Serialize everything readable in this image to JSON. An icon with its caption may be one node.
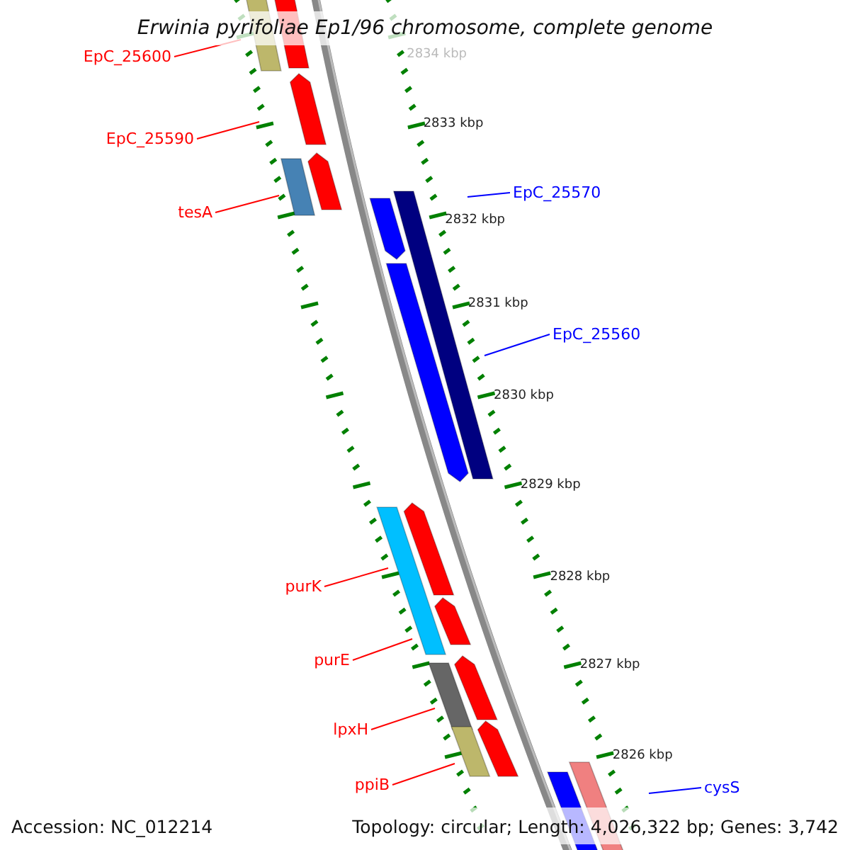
{
  "diagram": {
    "title": "Erwinia pyrifoliae Ep1/96 chromosome, complete genome",
    "nodes": [
      {
        "text": [
          "EpC_25600"
        ]
      },
      {
        "text": [
          "EpC_25590"
        ]
      },
      {
        "text": [
          "tesA"
        ]
      },
      {
        "text": [
          "EpC_25570"
        ]
      },
      {
        "text": [
          "EpC_25560"
        ]
      },
      {
        "text": [
          "purK"
        ]
      },
      {
        "text": [
          "purE"
        ]
      },
      {
        "text": [
          "lpxH"
        ]
      },
      {
        "text": [
          "ppiB"
        ]
      },
      {
        "text": [
          "cysS"
        ]
      }
    ],
    "edges": [
      {
        "from": 0,
        "to": null,
        "arrow": "none"
      },
      {
        "from": 1,
        "to": null,
        "arrow": "none"
      },
      {
        "from": 2,
        "to": null,
        "arrow": "none"
      },
      {
        "from": 3,
        "to": null,
        "arrow": "none",
        "color": "#0000ff"
      },
      {
        "from": 4,
        "to": null,
        "arrow": "none",
        "color": "#0000ff"
      },
      {
        "from": 5,
        "to": null,
        "arrow": "none"
      },
      {
        "from": 6,
        "to": null,
        "arrow": "none"
      },
      {
        "from": 7,
        "to": null,
        "arrow": "none"
      },
      {
        "from": 8,
        "to": null,
        "arrow": "none"
      },
      {
        "from": 9,
        "to": null,
        "arrow": "none",
        "color": "#0000ff"
      }
    ],
    "labels": [
      "2834 kbp",
      "2833 kbp",
      "2832 kbp",
      "2831 kbp",
      "2830 kbp",
      "2829 kbp",
      "2828 kbp",
      "2827 kbp",
      "2826 kbp",
      "Accession: NC_012214",
      "Topology: circular; Length: 4,026,322 bp; Genes: 3,742"
    ]
  }
}
